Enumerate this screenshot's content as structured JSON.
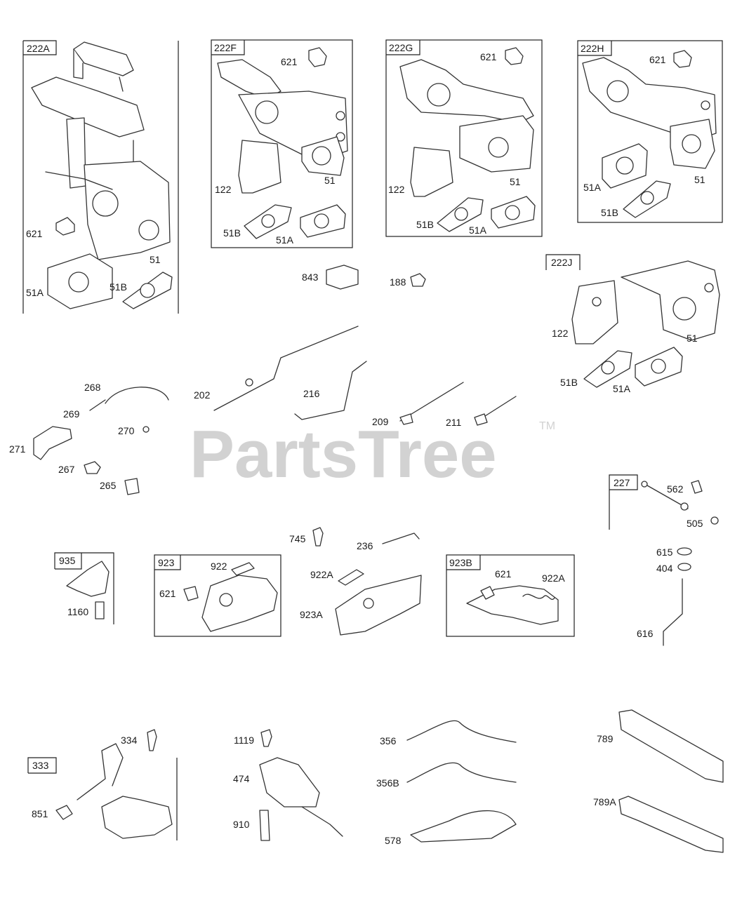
{
  "watermark": {
    "brand": "PartsTree",
    "trademark": "TM"
  },
  "groups": {
    "g222A": "222A",
    "g222F": "222F",
    "g222G": "222G",
    "g222H": "222H",
    "g222J": "222J",
    "g227": "227",
    "g935": "935",
    "g923": "923",
    "g923B": "923B",
    "g333": "333"
  },
  "labels": {
    "a_621": "621",
    "a_51": "51",
    "a_51A": "51A",
    "a_51B": "51B",
    "f_621": "621",
    "f_122": "122",
    "f_51": "51",
    "f_51B": "51B",
    "f_51A": "51A",
    "g_621": "621",
    "g_122": "122",
    "g_51": "51",
    "g_51B": "51B",
    "g_51A": "51A",
    "h_621": "621",
    "h_51A": "51A",
    "h_51": "51",
    "h_51B": "51B",
    "p843": "843",
    "p188": "188",
    "j_122": "122",
    "j_51": "51",
    "j_51B": "51B",
    "j_51A": "51A",
    "p268": "268",
    "p269": "269",
    "p270": "270",
    "p271": "271",
    "p267": "267",
    "p265": "265",
    "p202": "202",
    "p216": "216",
    "p209": "209",
    "p211": "211",
    "p562": "562",
    "p505": "505",
    "p745": "745",
    "p236": "236",
    "p922A": "922A",
    "p923A": "923A",
    "p1160": "1160",
    "x_922": "922",
    "x_621": "621",
    "b_621": "621",
    "b_922A": "922A",
    "p615": "615",
    "p404": "404",
    "p616": "616",
    "p334": "334",
    "p851": "851",
    "p1119": "1119",
    "p474": "474",
    "p910": "910",
    "p356": "356",
    "p356B": "356B",
    "p578": "578",
    "p789": "789",
    "p789A": "789A"
  }
}
